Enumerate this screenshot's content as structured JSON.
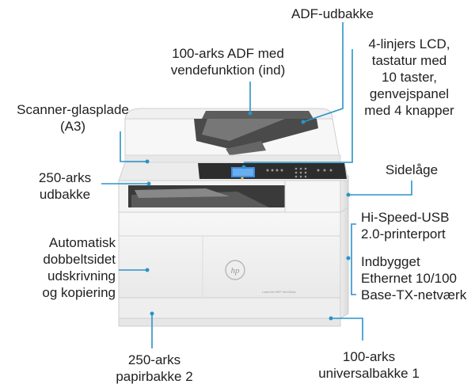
{
  "colors": {
    "accent": "#2a93c8",
    "lcd": "#3d8de0"
  },
  "brand": {
    "logo": "hp",
    "model": "LaserJet MFP M443nda"
  },
  "labels": {
    "adf_tray": "ADF-udbakke",
    "adf_line1": "100-arks ADF med",
    "adf_line2": "vendefunktion (ind)",
    "lcd_line1": "4-linjers LCD,",
    "lcd_line2": "tastatur med",
    "lcd_line3": "10 taster,",
    "lcd_line4": "genvejspanel",
    "lcd_line5": "med 4 knapper",
    "glass_line1": "Scanner-glasplade",
    "glass_line2": "(A3)",
    "outbin_line1": "250-arks",
    "outbin_line2": "udbakke",
    "sidedoor": "Sidelåge",
    "usb_line1": "Hi-Speed-USB",
    "usb_line2": "2.0-printerport",
    "eth_line1": "Indbygget",
    "eth_line2": "Ethernet 10/100",
    "eth_line3": "Base-TX-netværk",
    "duplex_line1": "Automatisk",
    "duplex_line2": "dobbeltsidet",
    "duplex_line3": "udskrivning",
    "duplex_line4": "og kopiering",
    "tray2_line1": "250-arks",
    "tray2_line2": "papirbakke 2",
    "tray1_line1": "100-arks",
    "tray1_line2": "universalbakke 1"
  }
}
